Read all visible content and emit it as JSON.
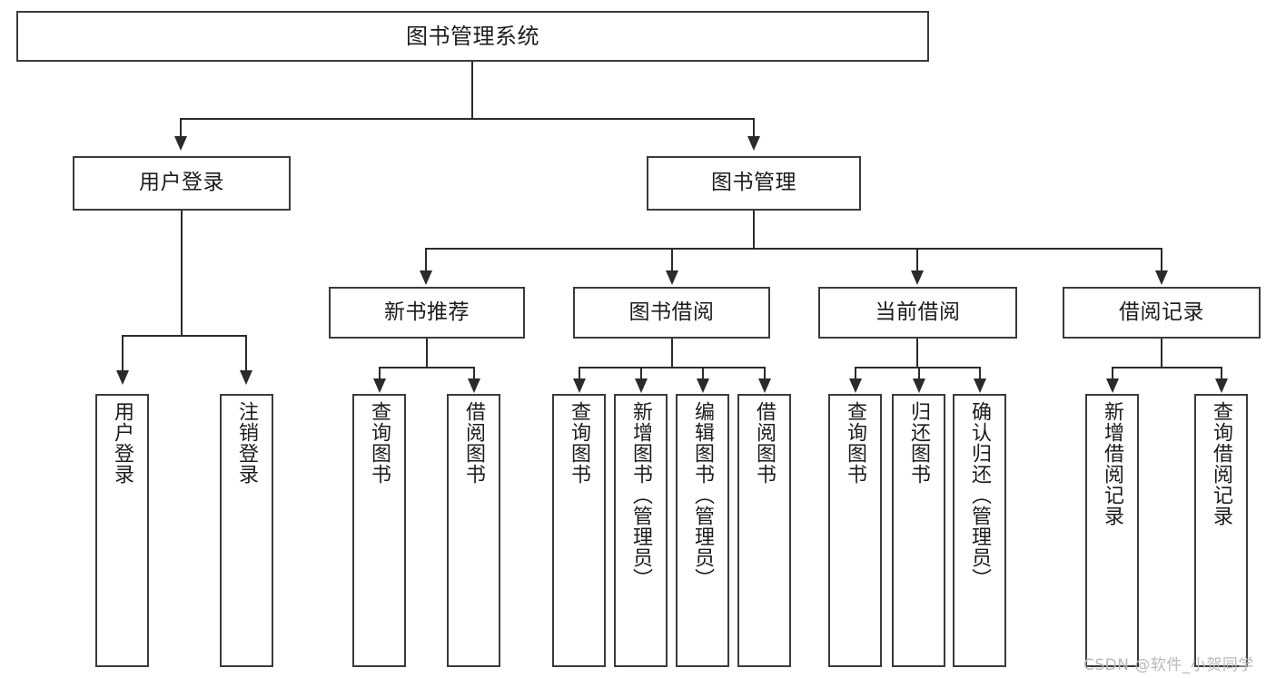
{
  "diagram": {
    "type": "tree",
    "title": "图书管理系统",
    "watermark": "CSDN @软件_小贺同学",
    "colors": {
      "box_border": "#3b3b3b",
      "edge": "#2b2b2b",
      "background": "#ffffff",
      "text": "#1c1c1c",
      "watermark": "#b9b9b9"
    },
    "nodes": {
      "root": {
        "label": "图书管理系统"
      },
      "level2": [
        {
          "label": "用户登录"
        },
        {
          "label": "图书管理"
        }
      ],
      "level3": [
        {
          "label": "新书推荐"
        },
        {
          "label": "图书借阅"
        },
        {
          "label": "当前借阅"
        },
        {
          "label": "借阅记录"
        }
      ],
      "leaves_user_login": [
        {
          "label": "用户登录"
        },
        {
          "label": "注销登录"
        }
      ],
      "leaves_new_books": [
        {
          "label": "查询图书"
        },
        {
          "label": "借阅图书"
        }
      ],
      "leaves_borrow": [
        {
          "label": "查询图书"
        },
        {
          "label": "新增图书（管理员）"
        },
        {
          "label": "编辑图书（管理员）"
        },
        {
          "label": "借阅图书"
        }
      ],
      "leaves_current": [
        {
          "label": "查询图书"
        },
        {
          "label": "归还图书"
        },
        {
          "label": "确认归还（管理员）"
        }
      ],
      "leaves_records": [
        {
          "label": "新增借阅记录"
        },
        {
          "label": "查询借阅记录"
        }
      ]
    },
    "edges": [
      {
        "from": "图书管理系统",
        "to": "用户登录"
      },
      {
        "from": "图书管理系统",
        "to": "图书管理"
      },
      {
        "from": "用户登录",
        "to": "用户登录"
      },
      {
        "from": "用户登录",
        "to": "注销登录"
      },
      {
        "from": "图书管理",
        "to": "新书推荐"
      },
      {
        "from": "图书管理",
        "to": "图书借阅"
      },
      {
        "from": "图书管理",
        "to": "当前借阅"
      },
      {
        "from": "图书管理",
        "to": "借阅记录"
      },
      {
        "from": "新书推荐",
        "to": "查询图书"
      },
      {
        "from": "新书推荐",
        "to": "借阅图书"
      },
      {
        "from": "图书借阅",
        "to": "查询图书"
      },
      {
        "from": "图书借阅",
        "to": "新增图书（管理员）"
      },
      {
        "from": "图书借阅",
        "to": "编辑图书（管理员）"
      },
      {
        "from": "图书借阅",
        "to": "借阅图书"
      },
      {
        "from": "当前借阅",
        "to": "查询图书"
      },
      {
        "from": "当前借阅",
        "to": "归还图书"
      },
      {
        "from": "当前借阅",
        "to": "确认归还（管理员）"
      },
      {
        "from": "借阅记录",
        "to": "新增借阅记录"
      },
      {
        "from": "借阅记录",
        "to": "查询借阅记录"
      }
    ]
  }
}
